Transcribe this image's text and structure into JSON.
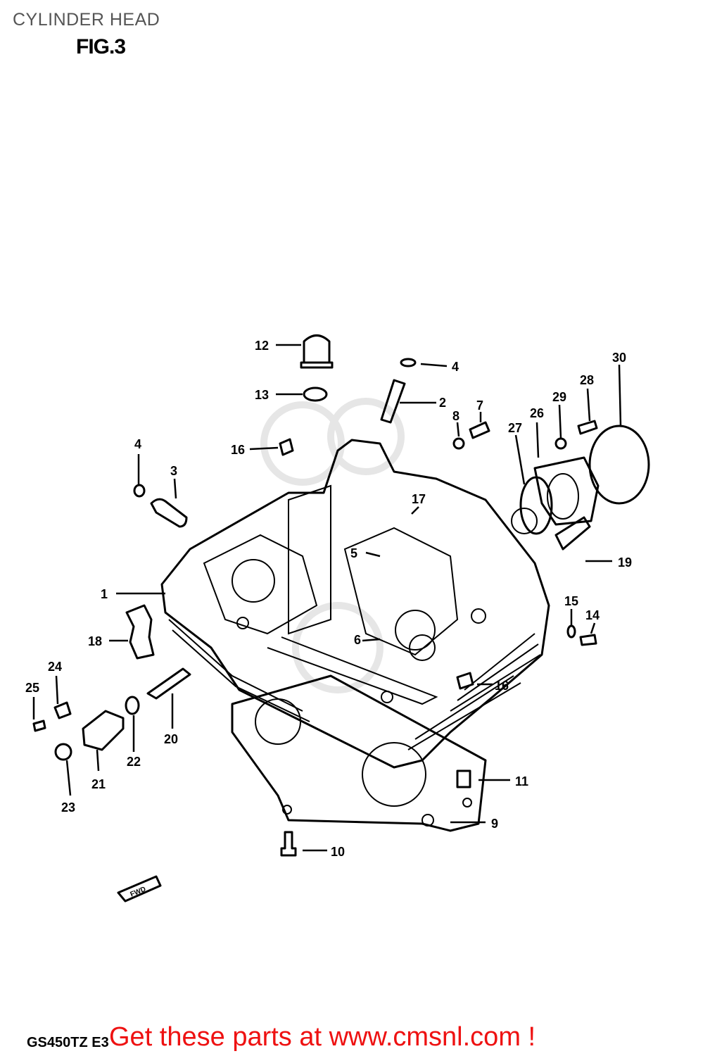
{
  "header": {
    "title": "CYLINDER HEAD",
    "figure": "FIG.3"
  },
  "footer": {
    "model_code": "GS450TZ E3",
    "promo": "Get these parts at www.cmsnl.com !"
  },
  "callouts": {
    "c1": "1",
    "c2": "2",
    "c3": "3",
    "c4a": "4",
    "c4b": "4",
    "c5": "5",
    "c6": "6",
    "c7": "7",
    "c8": "8",
    "c9": "9",
    "c10": "10",
    "c11": "11",
    "c12": "12",
    "c13": "13",
    "c14": "14",
    "c15": "15",
    "c16a": "16",
    "c16b": "16",
    "c17": "17",
    "c18": "18",
    "c19": "19",
    "c20": "20",
    "c21": "21",
    "c22": "22",
    "c23": "23",
    "c24": "24",
    "c25": "25",
    "c26": "26",
    "c27": "27",
    "c28": "28",
    "c29": "29",
    "c30": "30"
  },
  "direction_tag": "FWD"
}
